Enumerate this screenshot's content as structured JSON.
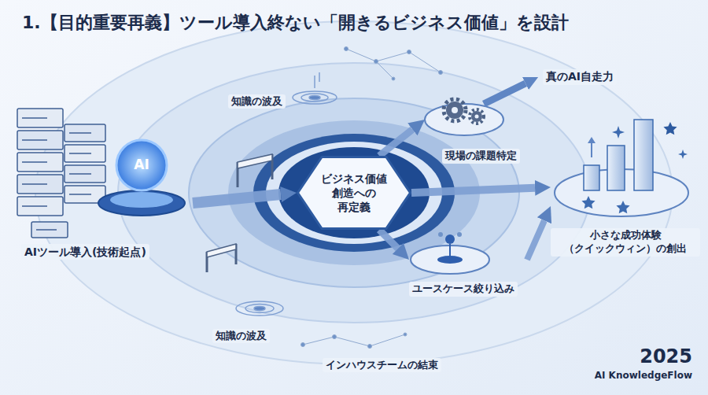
{
  "diagram": {
    "title": "1.【目的重要再義】ツール導入終ない「開きるビジネス価値」を設計",
    "nodes": [
      {
        "text": [
          "AIツール導入(技術起点)"
        ]
      },
      {
        "text": [
          "ビジネス価値 創造への 再定義"
        ]
      },
      {
        "text": [
          "現場の課題特定"
        ]
      },
      {
        "text": [
          "ユースケース絞り込み"
        ]
      },
      {
        "text": [
          "小さな成功体験 （クイックウィン）の創出"
        ]
      }
    ],
    "edges": [
      {
        "from": 0,
        "to": 1,
        "arrow": "to"
      },
      {
        "from": 1,
        "to": 2,
        "arrow": "to"
      },
      {
        "from": 1,
        "to": 4,
        "arrow": "to"
      },
      {
        "from": 1,
        "to": 3,
        "arrow": "to"
      },
      {
        "from": 3,
        "to": 4,
        "arrow": "to"
      }
    ],
    "labels": [
      "AI",
      "知識の波及",
      "真のAI自走力",
      "知識の波及",
      "インハウスチームの結束",
      "2025",
      "AI KnowledgeFlow"
    ]
  }
}
